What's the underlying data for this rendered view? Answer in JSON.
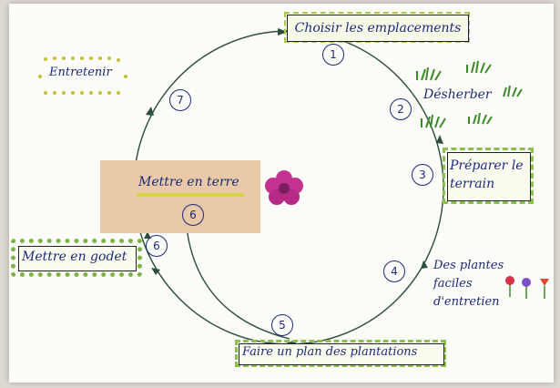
{
  "diagram": {
    "center_icon": "pink-flower-icon",
    "colors": {
      "ink": "#1d2a7a",
      "highlight_green": "#8cc04b",
      "highlight_yellow": "#d6d344",
      "tan_panel": "#e9c9a7",
      "flower_pink": "#c4328f"
    },
    "steps": [
      {
        "number": "1",
        "label": "Choisir les emplacements"
      },
      {
        "number": "2",
        "label": "Désherber"
      },
      {
        "number": "3",
        "label": "Préparer le terrain"
      },
      {
        "number": "4",
        "label": "Des plantes faciles d'entretien"
      },
      {
        "number": "5",
        "label": "Faire un plan des plantations"
      },
      {
        "number": "6",
        "label": "Mettre en godet"
      },
      {
        "number": "6",
        "label": "Mettre en terre"
      },
      {
        "number": "7",
        "label": "Entretenir"
      }
    ],
    "step4_line2": "d'entretien"
  }
}
